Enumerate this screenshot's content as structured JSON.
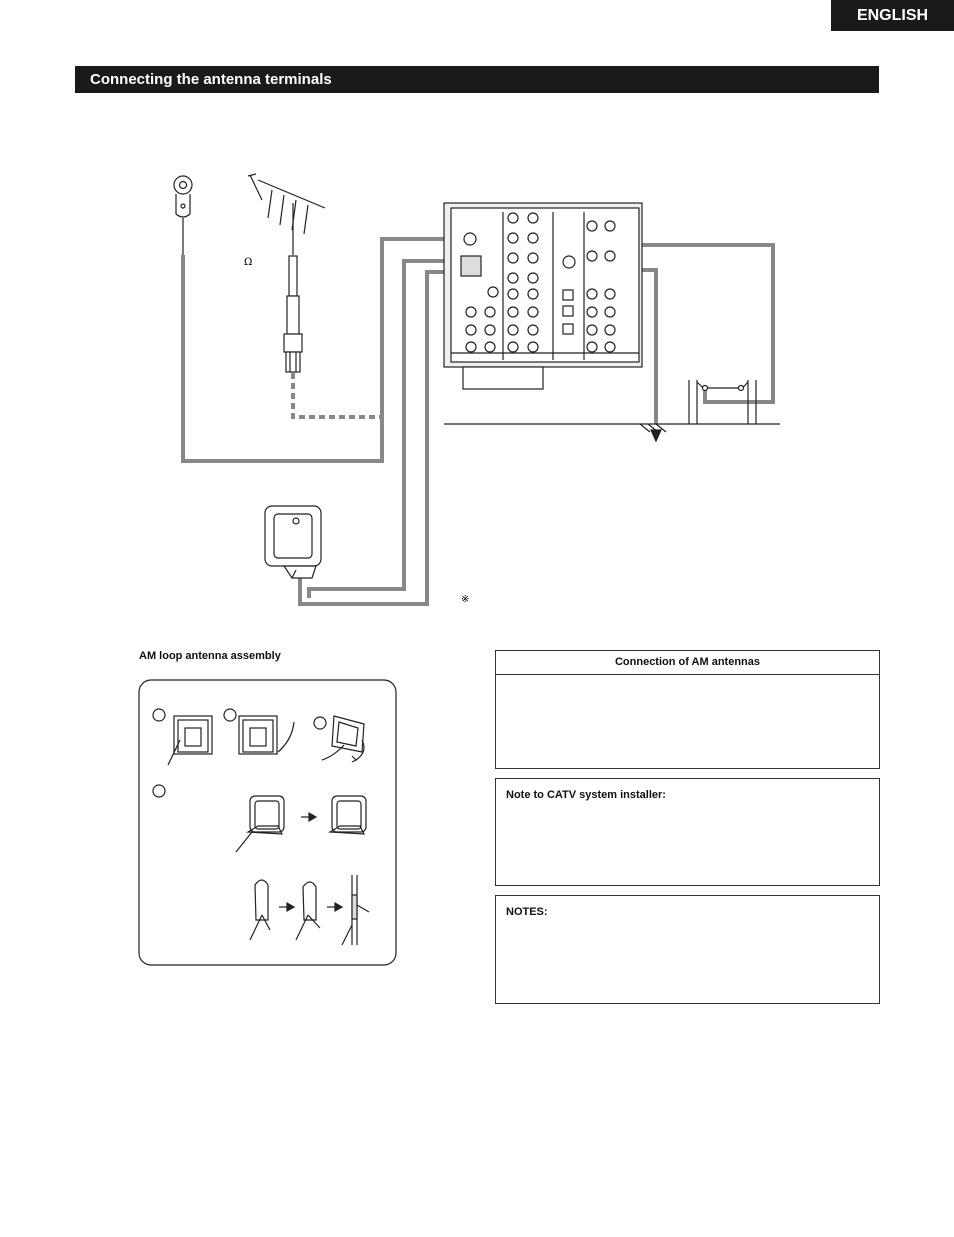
{
  "header": {
    "language_tab": "ENGLISH"
  },
  "section": {
    "title": "Connecting the antenna terminals"
  },
  "diagram": {
    "omega_symbol": "Ω",
    "reference_mark": "※"
  },
  "assembly": {
    "caption": "AM loop antenna assembly"
  },
  "am_connection": {
    "title": "Connection of AM antennas"
  },
  "catv": {
    "title": "Note to CATV system installer:"
  },
  "notes": {
    "title": "NOTES:"
  }
}
